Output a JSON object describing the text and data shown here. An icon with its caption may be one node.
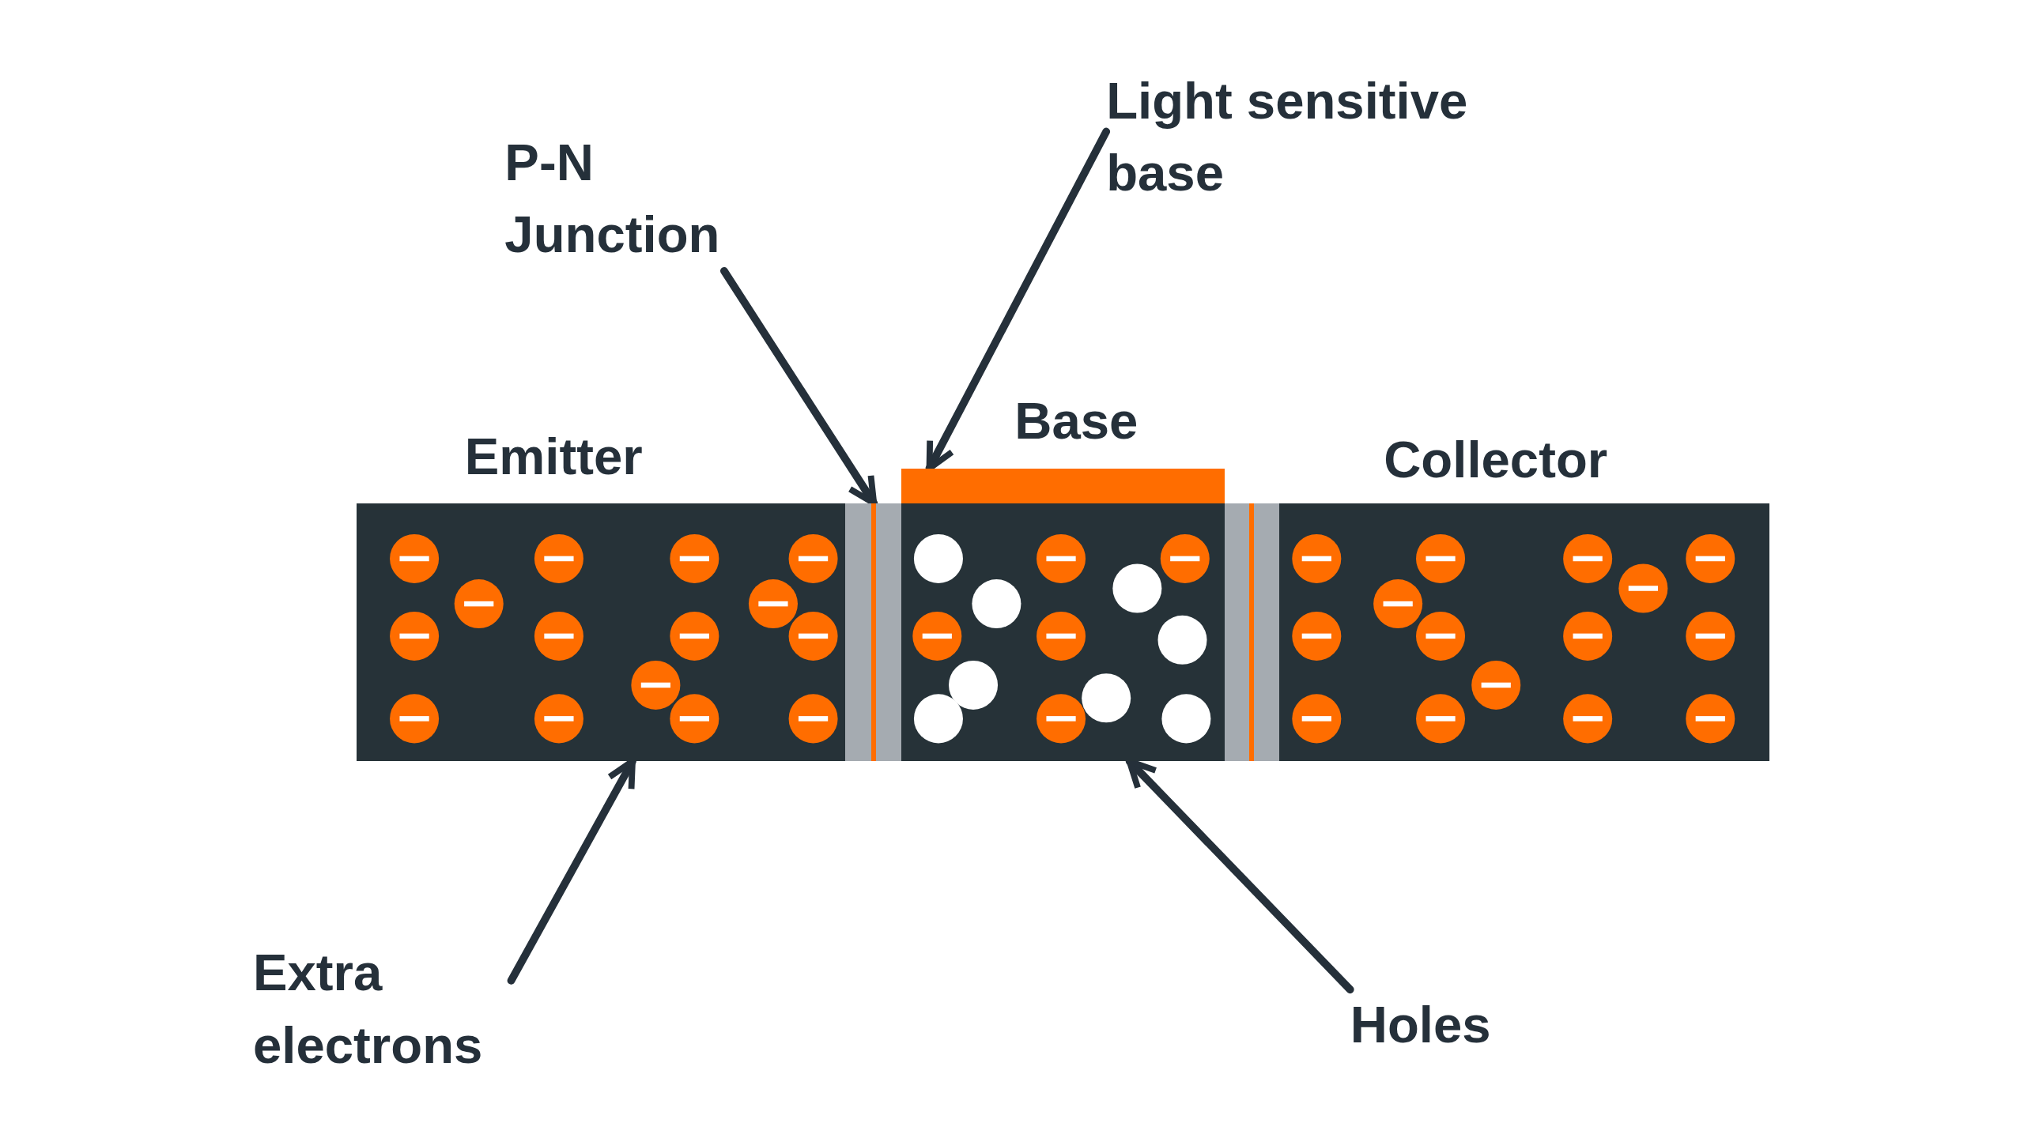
{
  "diagram": {
    "nodes": [
      {
        "text": [
          "Emitter"
        ]
      },
      {
        "text": [],
        "shape": "bar"
      },
      {
        "text": [
          "Base"
        ]
      },
      {
        "text": [],
        "shape": "bar"
      },
      {
        "text": [],
        "shape": "bar"
      },
      {
        "text": [
          "Collector"
        ]
      },
      {
        "text": [
          "P-N Junction"
        ]
      },
      {
        "text": [
          "Light sensitive base"
        ]
      },
      {
        "text": [
          "Extra electrons"
        ]
      },
      {
        "text": [
          "Holes"
        ]
      }
    ],
    "edges": [
      {
        "from": 6,
        "to": 1,
        "arrow": "to"
      },
      {
        "from": 7,
        "to": 3,
        "arrow": "to"
      },
      {
        "from": 8,
        "to": 0,
        "arrow": "to"
      },
      {
        "from": 9,
        "to": 2,
        "arrow": "to"
      }
    ]
  }
}
